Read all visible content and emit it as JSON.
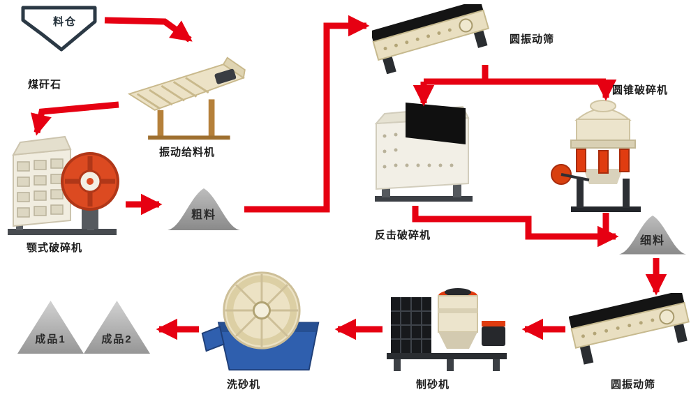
{
  "flowchart": {
    "labels": {
      "silo": "料仓",
      "coal_gangue": "煤矸石",
      "vibrating_feeder": "振动给料机",
      "jaw_crusher": "颚式破碎机",
      "coarse_material": "粗料",
      "top_screen": "圆振动筛",
      "impact_crusher": "反击破碎机",
      "cone_crusher": "圆锥破碎机",
      "fine_material": "细料",
      "bottom_screen": "圆振动筛",
      "sand_maker": "制砂机",
      "sand_washer": "洗砂机",
      "product_1": "成品1",
      "product_2": "成品2"
    },
    "colors": {
      "arrow_red": "#e60012",
      "pile_gray": "#9e9e9e",
      "machine_cream": "#ece4cc",
      "screen_black": "#141414",
      "washer_blue": "#2f5fae",
      "flywheel_red": "#dc4a21",
      "label_text": "#1b1b1b"
    },
    "edges": [
      {
        "from": "silo",
        "to": "vibrating_feeder"
      },
      {
        "from": "vibrating_feeder",
        "to": "jaw_crusher"
      },
      {
        "from": "jaw_crusher",
        "to": "coarse_material"
      },
      {
        "from": "coarse_material",
        "to": "top_screen"
      },
      {
        "from": "top_screen",
        "to": "impact_crusher"
      },
      {
        "from": "top_screen",
        "to": "cone_crusher"
      },
      {
        "from": "impact_crusher",
        "to": "fine_material"
      },
      {
        "from": "cone_crusher",
        "to": "fine_material"
      },
      {
        "from": "fine_material",
        "to": "bottom_screen"
      },
      {
        "from": "bottom_screen",
        "to": "sand_maker"
      },
      {
        "from": "sand_maker",
        "to": "sand_washer"
      },
      {
        "from": "sand_washer",
        "to": "product_1"
      },
      {
        "from": "sand_washer",
        "to": "product_2"
      }
    ]
  }
}
